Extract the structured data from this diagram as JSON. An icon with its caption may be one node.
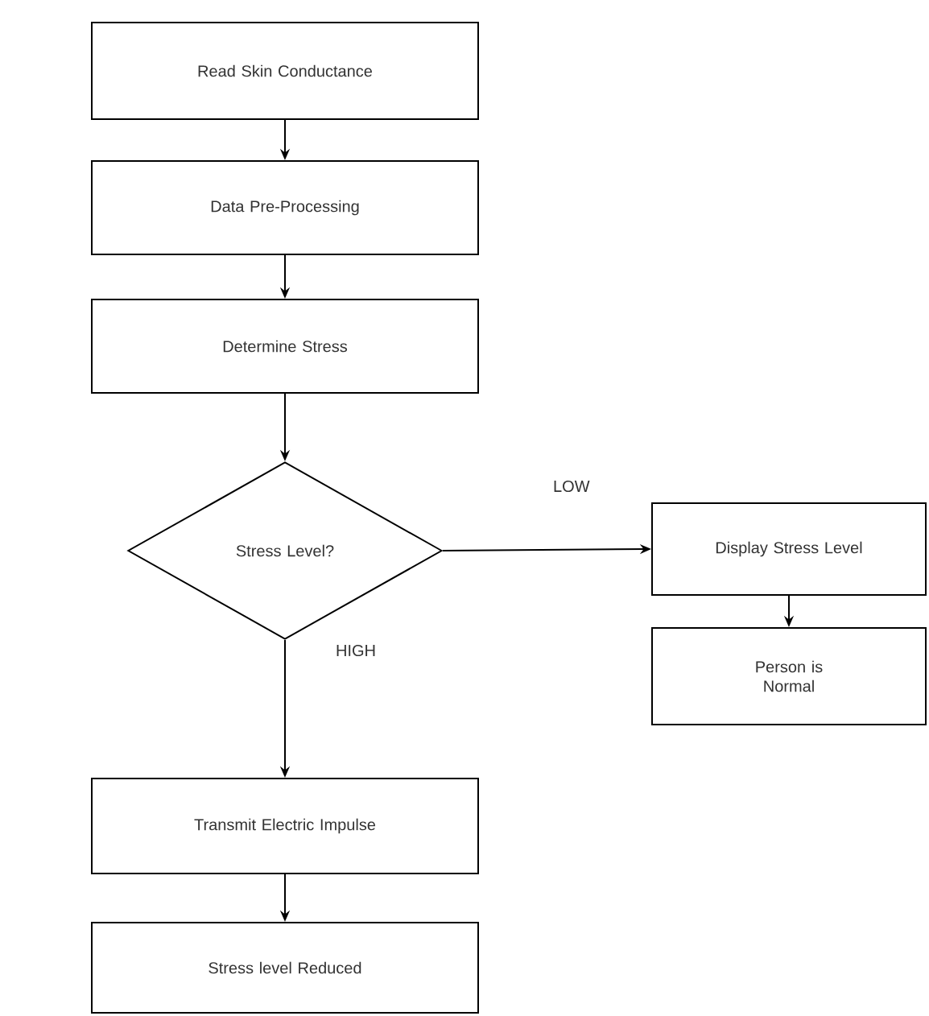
{
  "diagram": {
    "nodes": [
      {
        "text": [
          "Read Skin Conductance"
        ]
      },
      {
        "text": [
          "Data Pre-Processing"
        ]
      },
      {
        "text": [
          "Determine Stress"
        ]
      },
      {
        "text": [
          "Stress Level?"
        ]
      },
      {
        "text": [
          "Display Stress Level"
        ]
      },
      {
        "text": [
          "Person is Normal"
        ]
      },
      {
        "text": [
          "Transmit Electric Impulse"
        ]
      },
      {
        "text": [
          "Stress level Reduced"
        ]
      }
    ],
    "edges": [
      {
        "from": 0,
        "to": 1,
        "arrow": "to"
      },
      {
        "from": 1,
        "to": 2,
        "arrow": "to"
      },
      {
        "from": 2,
        "to": 3,
        "arrow": "to"
      },
      {
        "from": 3,
        "to": 4,
        "arrow": "to",
        "label": "LOW"
      },
      {
        "from": 3,
        "to": 6,
        "arrow": "to",
        "label": "HIGH"
      },
      {
        "from": 4,
        "to": 5,
        "arrow": "to"
      },
      {
        "from": 6,
        "to": 7,
        "arrow": "to"
      }
    ]
  }
}
